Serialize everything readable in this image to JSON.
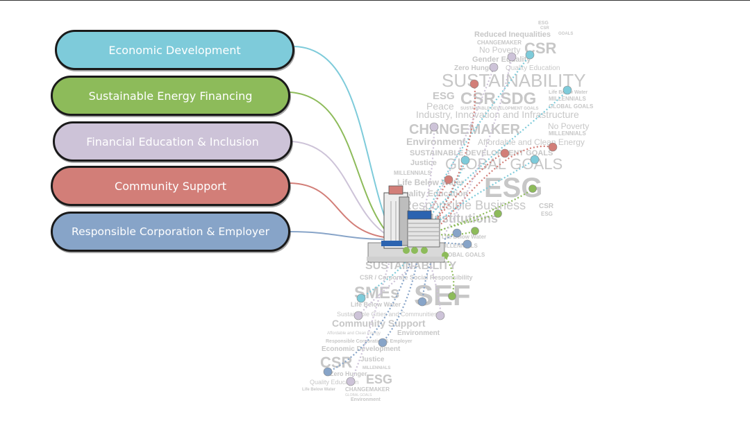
{
  "categories": [
    {
      "label": "Economic Development",
      "color": "#7ecbda"
    },
    {
      "label": "Sustainable Energy Financing",
      "color": "#8dbb5a"
    },
    {
      "label": "Financial Education & Inclusion",
      "color": "#cdc3d8"
    },
    {
      "label": "Community Support",
      "color": "#d27e78"
    },
    {
      "label": "Responsible Corporation & Employer",
      "color": "#87a4c8"
    }
  ],
  "word_cloud": [
    "ESG",
    "CSR",
    "GOALS",
    "Reduced Inequalities",
    "CHANGEMAKER",
    "No Poverty",
    "CSR",
    "Gender Equality",
    "Zero Hunger",
    "Quality Education",
    "SUSTAINABILITY",
    "Life Below Water",
    "MILLENNIALS",
    "GLOBAL GOALS",
    "ESG",
    "CSR SDG",
    "Peace",
    "SUSTAINABLE DEVELOPMENT GOALS",
    "Industry, Innovation and Infrastructure",
    "CHANGEMAKER",
    "No Poverty",
    "MILLENNIALS",
    "Environment",
    "Affordable and Clean Energy",
    "SUSTAINABLE DEVELOPMENT GOALS",
    "Justice",
    "GLOBAL GOALS",
    "MILLENNIALS",
    "Life Below Water",
    "ESG",
    "Quality Education",
    "Responsible Business",
    "CSR",
    "ESG",
    "Institutions",
    "Life Below Water",
    "MILLENNIALS",
    "GLOBAL GOALS",
    "SUSTAINABILITY",
    "CSR / Corporate Social Responsibility",
    "SMEs",
    "SEF",
    "Life Below Water",
    "Sustainable Cities and Communities",
    "Community Support",
    "Affordable and Clean Energy",
    "Environment",
    "Responsible Corporation & Employer",
    "Economic Development",
    "CSR",
    "Justice",
    "MILLENNIALS",
    "Zero Hunger",
    "Quality Education",
    "ESG",
    "Life Below Water",
    "CHANGEMAKER",
    "GLOBAL GOALS",
    "Environment"
  ]
}
